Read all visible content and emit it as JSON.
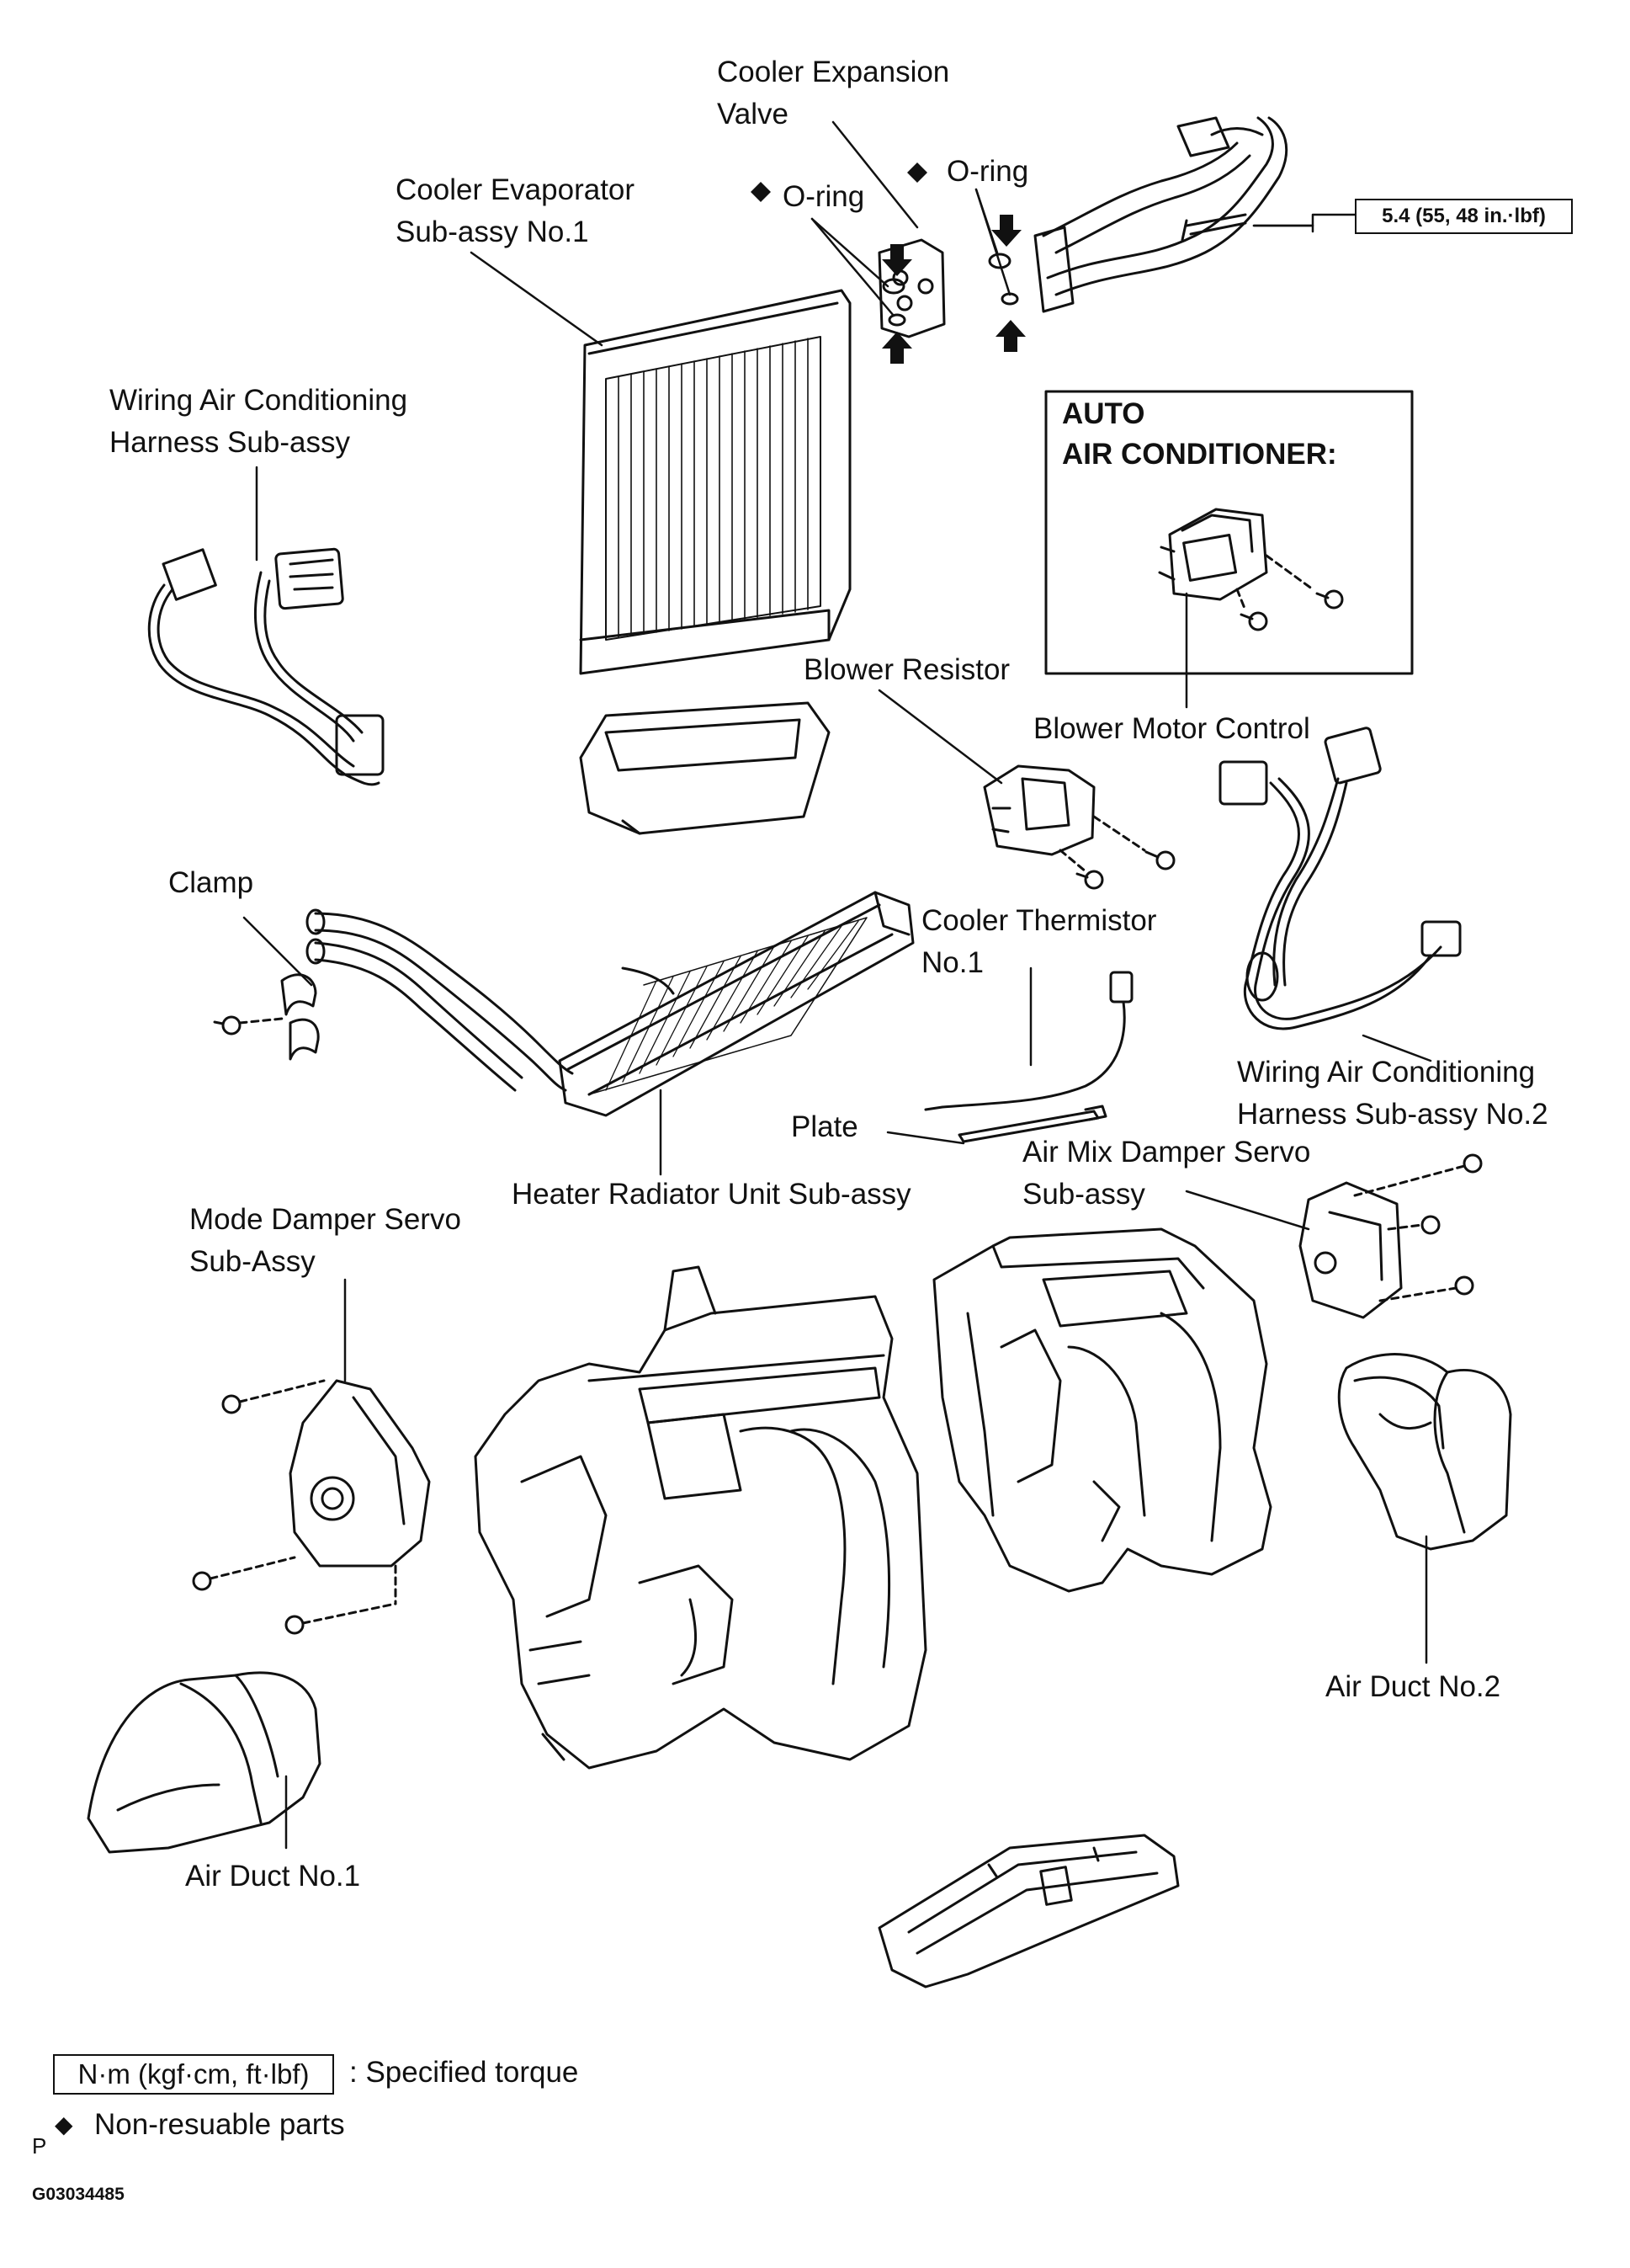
{
  "labels": {
    "cooler_expansion_valve": [
      "Cooler Expansion",
      "Valve"
    ],
    "o_ring": "O-ring",
    "cooler_evaporator": [
      "Cooler Evaporator",
      "Sub-assy  No.1"
    ],
    "torque_value": "5.4 (55, 48 in.·lbf)",
    "wiring_harness_1": [
      "Wiring Air Conditioning",
      "Harness  Sub-assy"
    ],
    "auto_ac_title": [
      "AUTO",
      "AIR CONDITIONER:"
    ],
    "blower_resistor": "Blower Resistor",
    "blower_motor_control": "Blower Motor Control",
    "clamp": "Clamp",
    "cooler_thermistor": [
      "Cooler Thermistor",
      "No.1"
    ],
    "plate": "Plate",
    "wiring_harness_2": [
      "Wiring Air Conditioning",
      "Harness  Sub-assy No.2"
    ],
    "heater_radiator": "Heater Radiator Unit Sub-assy",
    "air_mix_damper": [
      "Air Mix Damper Servo",
      "Sub-assy"
    ],
    "mode_damper": [
      "Mode Damper Servo",
      "Sub-Assy"
    ],
    "air_duct_2": "Air Duct No.2",
    "air_duct_1": "Air Duct No.1"
  },
  "legend": {
    "torque_unit": "N·m (kgf·cm, ft·lbf)",
    "torque_desc": ": Specified torque",
    "non_reusable_symbol": "◆",
    "non_reusable_desc": "Non-resuable parts",
    "page_mark": "P",
    "figure_code": "G03034485"
  },
  "colors": {
    "ink": "#111111",
    "background": "#ffffff"
  }
}
